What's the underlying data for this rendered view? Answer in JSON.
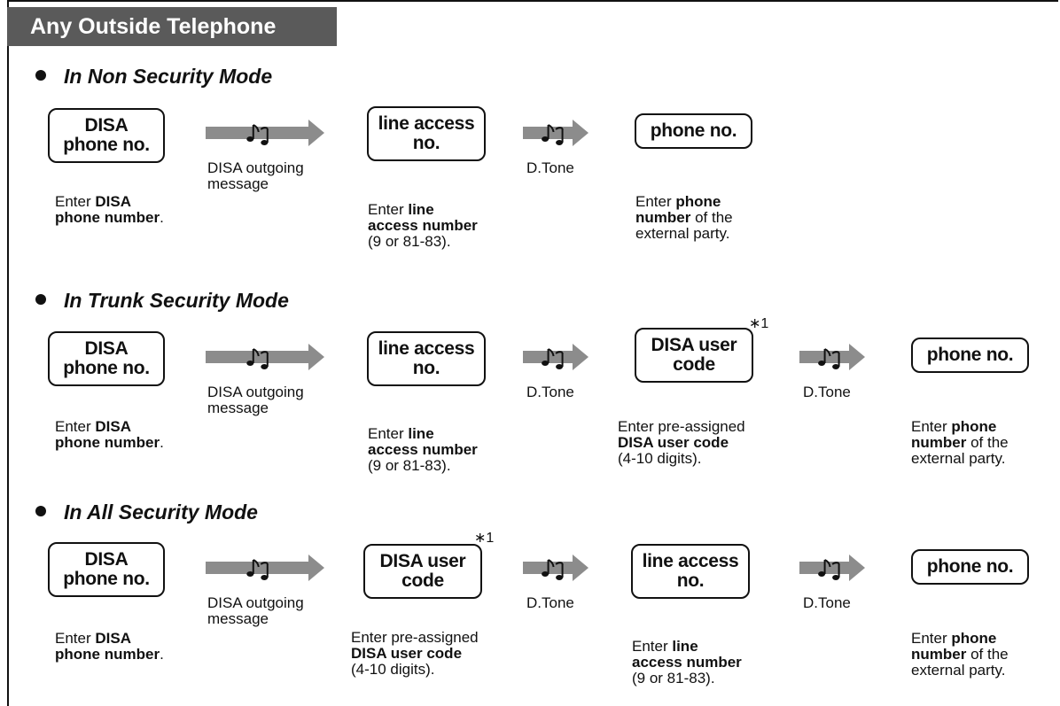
{
  "header": {
    "title": "Any Outside Telephone"
  },
  "sections": {
    "non_security": {
      "title": "In Non Security Mode"
    },
    "trunk_security": {
      "title": "In Trunk Security Mode"
    },
    "all_security": {
      "title": "In All Security Mode"
    }
  },
  "keys": {
    "disa_phone_no": "DISA\nphone no.",
    "line_access_no": "line access\nno.",
    "phone_no": "phone no.",
    "disa_user_code": "DISA user\ncode"
  },
  "captions": {
    "outgoing_message": "DISA outgoing\nmessage",
    "dial_tone": "D.Tone"
  },
  "descriptions": {
    "disa_number": {
      "pre": "Enter ",
      "bold1": "DISA",
      "bold2": "phone number",
      "post": "."
    },
    "line_access": {
      "pre": "Enter ",
      "bold1": "line",
      "bold2": "access number",
      "line3": "(9 or 81-83)."
    },
    "phone_number": {
      "pre": "Enter ",
      "bold1": "phone",
      "bold2": "number",
      "mid": " of the",
      "line3": "external party."
    },
    "phone_number_wide": {
      "pre": "Enter ",
      "bold1": "phone",
      "bold2": "number",
      "mid": " of the",
      "line3": "external party."
    },
    "user_code": {
      "line1": "Enter pre-assigned",
      "bold": "DISA user code",
      "line3": "(4-10 digits)."
    }
  },
  "footnote": "∗1",
  "icons": {
    "tone": "music-note-icon",
    "arrow": "right-arrow-icon"
  },
  "colors": {
    "title_bg": "#5a5a5a",
    "arrow_fill": "#8c8c8c"
  }
}
